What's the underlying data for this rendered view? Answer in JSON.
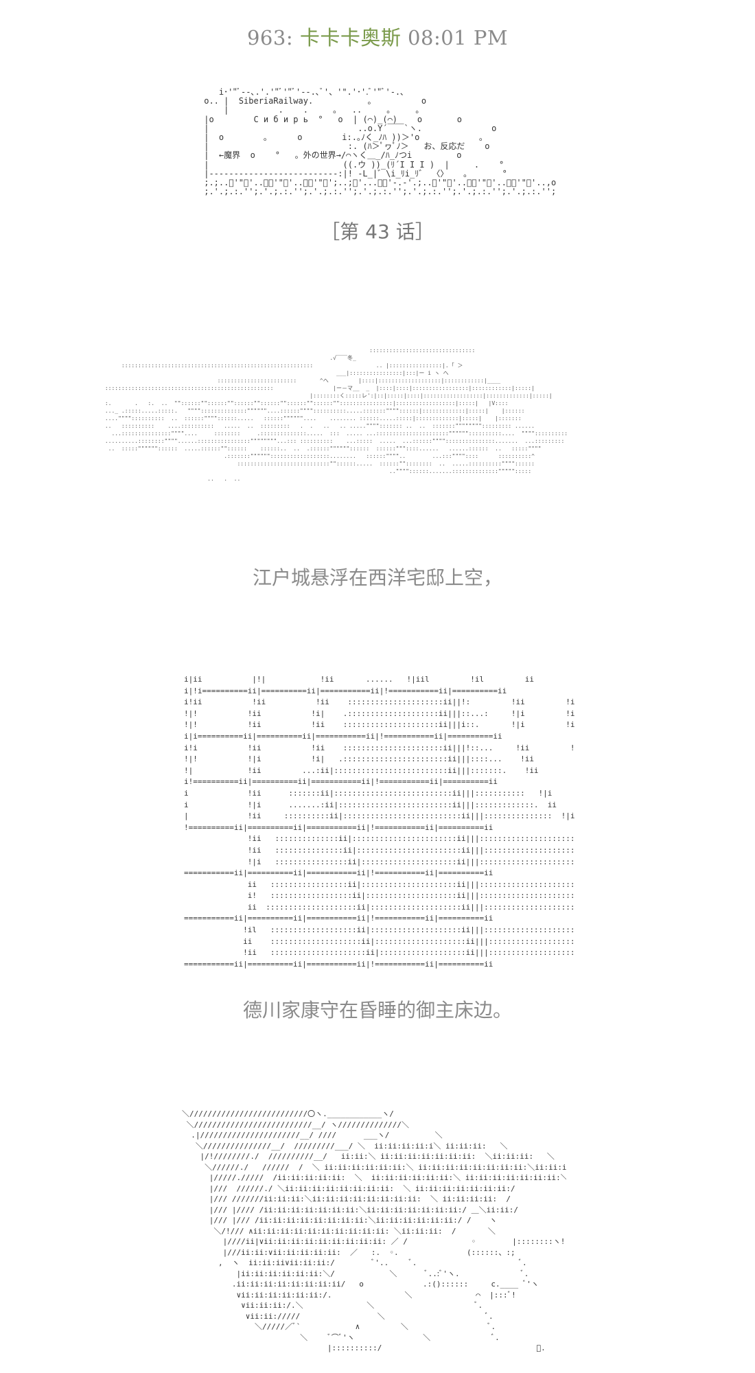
{
  "post": {
    "number": "963",
    "separator": ":",
    "author": "卡卡卡奥斯",
    "time": "08:01 PM"
  },
  "chapter": "［第 43 话］",
  "captions": [
    "江户城悬浮在西洋宅邸上空，",
    "德川家康守在昏睡的御主床边。"
  ],
  "art": {
    "sign_railway": "SiberiaRailway.",
    "sign_cyrillic": "С и б и р ь",
    "sign_left": "←魔界",
    "sign_right": "。外の世界→",
    "reaction": "お、反応だ"
  }
}
